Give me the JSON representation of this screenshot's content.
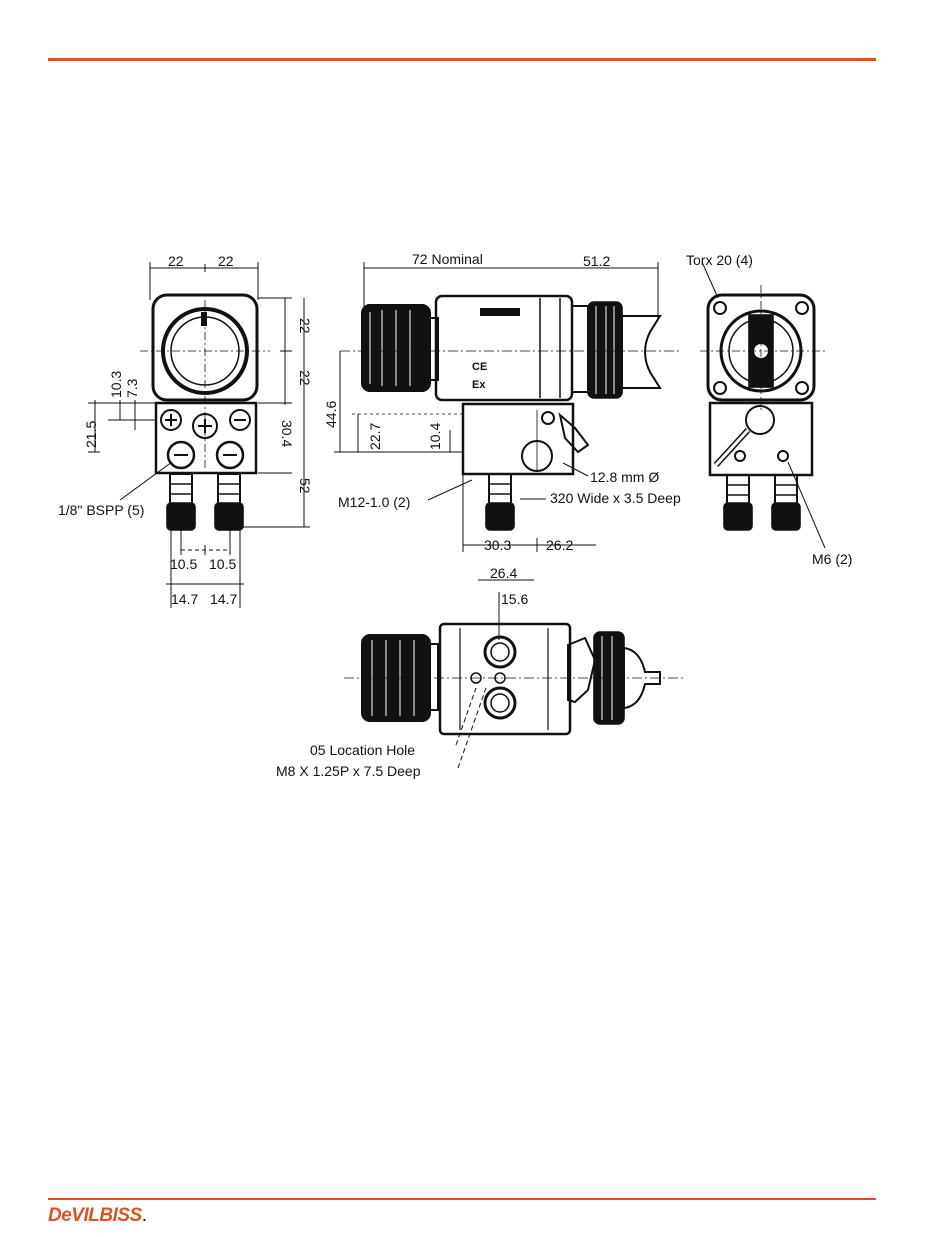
{
  "brand": {
    "logo_text": "DeVILBISS",
    "logo_suffix": "."
  },
  "accent_color": "#d9532a",
  "front_view": {
    "dim_top_left": "22",
    "dim_top_right": "22",
    "dim_right_upper": "22",
    "dim_right_lower": "22",
    "dim_left_103": "10.3",
    "dim_left_73": "7.3",
    "dim_left_215": "21.5",
    "dim_right_304": "30.4",
    "dim_right_52": "52",
    "port_label": "1/8\" BSPP (5)",
    "dim_bottom_105a": "10.5",
    "dim_bottom_105b": "10.5",
    "dim_bottom_147a": "14.7",
    "dim_bottom_147b": "14.7"
  },
  "side_view": {
    "dim_nominal": "72 Nominal",
    "dim_512": "51.2",
    "dim_446": "44.6",
    "dim_227": "22.7",
    "dim_104": "10.4",
    "hole_label": "12.8 mm Ø",
    "thread_label": "M12-1.0 (2)",
    "slot_label": "320 Wide x 3.5 Deep",
    "dim_303": "30.3",
    "dim_262": "26.2"
  },
  "rear_view": {
    "torx_label": "Torx  20 (4)",
    "m6_label": "M6 (2)"
  },
  "top_view": {
    "dim_264": "26.4",
    "dim_156": "15.6",
    "location_label": "05 Location Hole",
    "thread_label": "M8 X 1.25P x 7.5 Deep"
  }
}
